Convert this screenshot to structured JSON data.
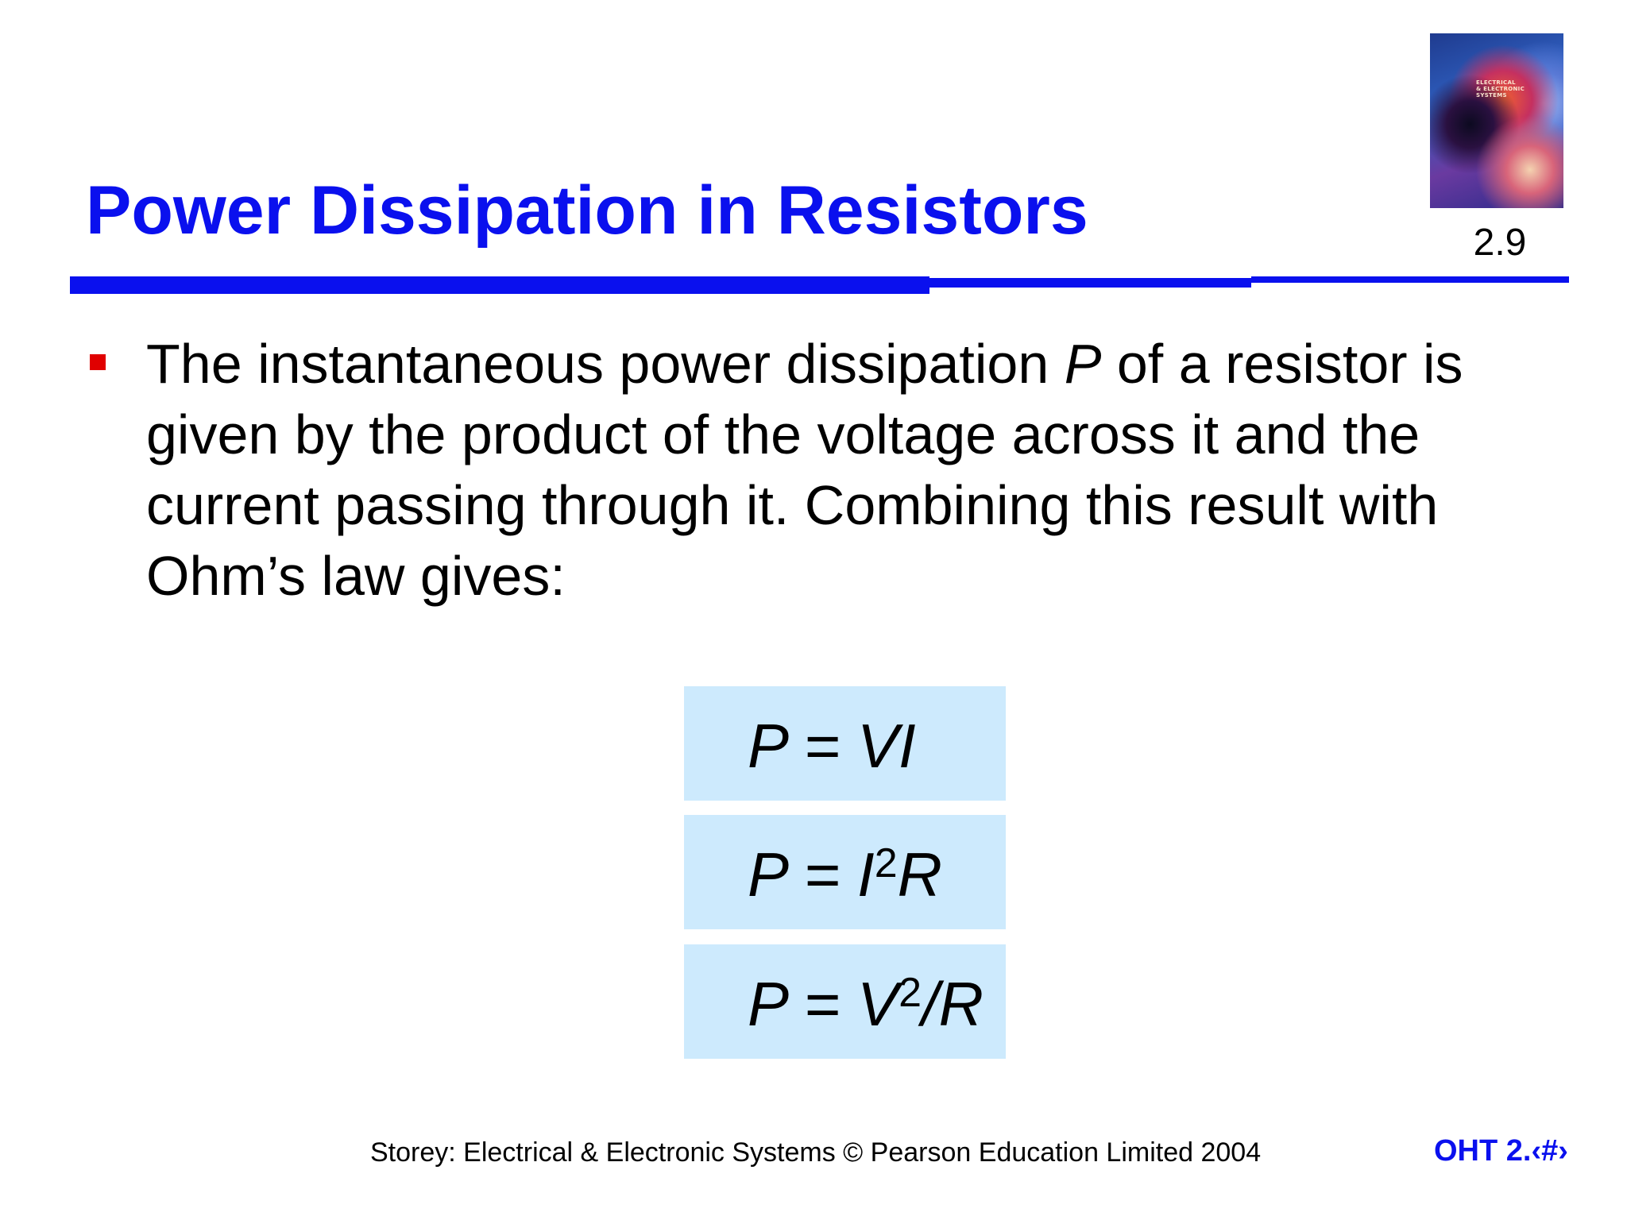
{
  "slide": {
    "title": "Power Dissipation in Resistors",
    "section_number": "2.9"
  },
  "cover_image": {
    "lines": [
      "ELECTRICAL",
      "& ELECTRONIC",
      "SYSTEMS"
    ]
  },
  "bullet": {
    "lines": [
      {
        "before": "The instantaneous power dissipation ",
        "italic": "P",
        "after": " of a resistor is"
      },
      {
        "text": "given by the product of the voltage across it and the"
      },
      {
        "text": "current passing through it. Combining this result with"
      },
      {
        "text": "Ohm’s law gives:"
      }
    ]
  },
  "formulas": [
    {
      "lhs": "P = VI"
    },
    {
      "lhs": "P = I",
      "sup": "2",
      "rhs": "R"
    },
    {
      "lhs": "P = V",
      "sup": "2",
      "rhs": "/R"
    }
  ],
  "footer": {
    "citation": "Storey: Electrical & Electronic Systems © Pearson Education Limited 2004",
    "page_label": "OHT 2.‹#›"
  },
  "colors": {
    "title_blue": "#0a10ee",
    "bullet_red": "#e00000",
    "formula_background": "#cdeafd"
  }
}
